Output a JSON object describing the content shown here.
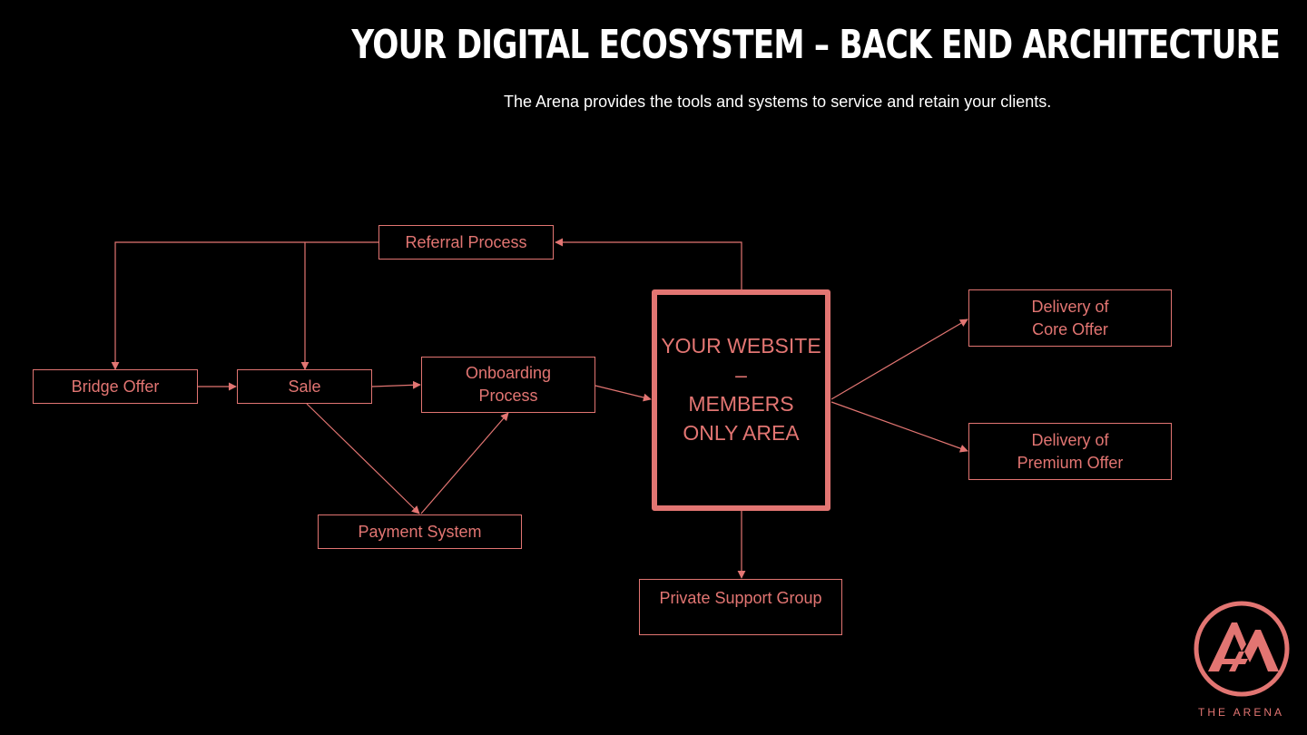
{
  "header": {
    "title": "YOUR DIGITAL ECOSYSTEM – BACK END ARCHITECTURE",
    "subtitle": "The Arena provides the tools and systems to service and retain your clients."
  },
  "nodes": {
    "referral": "Referral Process",
    "bridge": "Bridge Offer",
    "sale": "Sale",
    "onboarding": "Onboarding\nProcess",
    "payment": "Payment System",
    "website": "YOUR WEBSITE\n–\nMEMBERS\nONLY AREA",
    "core": "Delivery of\nCore Offer",
    "premium": "Delivery of\nPremium Offer",
    "support": "Private Support Group"
  },
  "logo": {
    "text": "THE ARENA"
  },
  "colors": {
    "accent": "#e27572",
    "background": "#000000",
    "text": "#ffffff"
  }
}
